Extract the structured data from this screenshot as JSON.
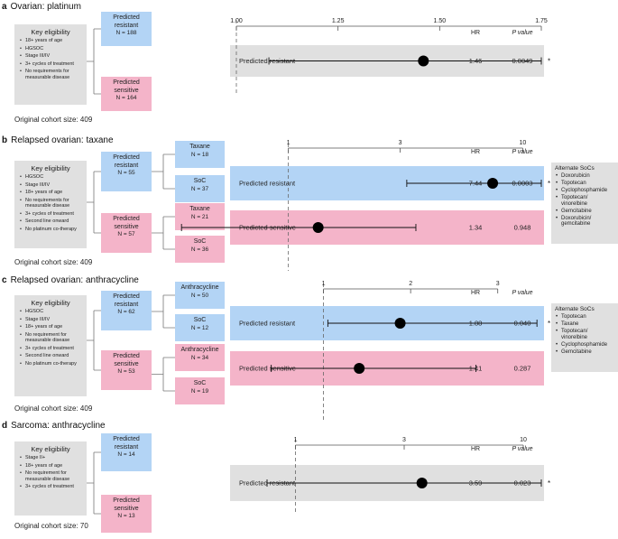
{
  "chart_data": [
    {
      "type": "forest",
      "letter": "a",
      "title": "Ovarian: platinum",
      "eligibility_title": "Key eligibility",
      "eligibility": [
        "18+ years of age",
        "HGSOC",
        "Stage III/IV",
        "3+ cycles of treatment",
        "No requirements for measurable disease"
      ],
      "cohort_size": "Original cohort size: 409",
      "groups": [
        {
          "label": "Predicted resistant",
          "n": "N = 188",
          "color": "blue"
        },
        {
          "label": "Predicted sensitive",
          "n": "N = 164",
          "color": "pink"
        }
      ],
      "subgroups": [],
      "axis": {
        "scale": "linear",
        "min": 1.0,
        "max": 1.75,
        "ticks": [
          "1.00",
          "1.25",
          "1.50",
          "1.75"
        ],
        "tick_values": [
          1.0,
          1.25,
          1.5,
          1.75
        ],
        "reference": 1.0
      },
      "col_headers": {
        "hr": "HR",
        "p": "P value"
      },
      "rows": [
        {
          "label": "Predicted resistant",
          "hr": 1.46,
          "lo": 1.08,
          "hi": 1.85,
          "hr_text": "1.46",
          "p_text": "0.0049",
          "sig": "*",
          "color": "gray"
        }
      ],
      "alt_title": "",
      "alt_socs": []
    },
    {
      "type": "forest",
      "letter": "b",
      "title": "Relapsed ovarian: taxane",
      "eligibility_title": "Key eligibility",
      "eligibility": [
        "HGSOC",
        "Stage III/IV",
        "18+ years of age",
        "No requirements for measurable disease",
        "3+ cycles of treatment",
        "Second line onward",
        "No platinum co-therapy"
      ],
      "cohort_size": "Original cohort size: 409",
      "groups": [
        {
          "label": "Predicted resistant",
          "n": "N = 55",
          "color": "blue"
        },
        {
          "label": "Predicted sensitive",
          "n": "N = 57",
          "color": "pink"
        }
      ],
      "subgroups": [
        {
          "label": "Taxane",
          "n": "N = 18",
          "color": "blue"
        },
        {
          "label": "SoC",
          "n": "N = 37",
          "color": "blue"
        },
        {
          "label": "Taxane",
          "n": "N = 21",
          "color": "pink"
        },
        {
          "label": "SoC",
          "n": "N = 36",
          "color": "pink"
        }
      ],
      "axis": {
        "scale": "log",
        "min": 0.6,
        "max": 12,
        "ticks": [
          "1",
          "3",
          "10"
        ],
        "tick_values": [
          1,
          3,
          10
        ],
        "reference": 1
      },
      "col_headers": {
        "hr": "HR",
        "p": "P value"
      },
      "rows": [
        {
          "label": "Predicted resistant",
          "hr": 7.44,
          "lo": 3.2,
          "hi": 15.5,
          "hr_text": "7.44",
          "p_text": "0.0003",
          "sig": "*",
          "color": "blue"
        },
        {
          "label": "Predicted sensitive",
          "hr": 1.34,
          "lo": 0.35,
          "hi": 3.5,
          "hr_text": "1.34",
          "p_text": "0.948",
          "sig": "",
          "color": "pink"
        }
      ],
      "alt_title": "Alternate SoCs",
      "alt_socs": [
        "Doxorubicin",
        "Topotecan",
        "Cyclophosphamide",
        "Topotecan/ vinorelbine",
        "Gemcitabine",
        "Doxorubicin/ gemcitabine"
      ]
    },
    {
      "type": "forest",
      "letter": "c",
      "title": "Relapsed ovarian: anthracycline",
      "eligibility_title": "Key eligibility",
      "eligibility": [
        "HGSOC",
        "Stage III/IV",
        "18+ years of age",
        "No requirement for measurable disease",
        "3+ cycles of treatment",
        "Second line onward",
        "No platinum co-therapy"
      ],
      "cohort_size": "Original cohort size: 409",
      "groups": [
        {
          "label": "Predicted resistant",
          "n": "N = 62",
          "color": "blue"
        },
        {
          "label": "Predicted sensitive",
          "n": "N = 53",
          "color": "pink"
        }
      ],
      "subgroups": [
        {
          "label": "Anthracycline",
          "n": "N = 50",
          "color": "blue"
        },
        {
          "label": "SoC",
          "n": "N = 12",
          "color": "blue"
        },
        {
          "label": "Anthracycline",
          "n": "N = 34",
          "color": "pink"
        },
        {
          "label": "SoC",
          "n": "N = 19",
          "color": "pink"
        }
      ],
      "axis": {
        "scale": "linear",
        "min": 0.0,
        "max": 3.5,
        "ticks": [
          "1",
          "2",
          "3"
        ],
        "tick_values": [
          1,
          2,
          3
        ],
        "reference": 1
      },
      "col_headers": {
        "hr": "HR",
        "p": "P value"
      },
      "rows": [
        {
          "label": "Predicted resistant",
          "hr": 1.88,
          "lo": 1.05,
          "hi": 3.45,
          "hr_text": "1.88",
          "p_text": "0.040",
          "sig": "*",
          "color": "blue"
        },
        {
          "label": "Predicted sensitive",
          "hr": 1.41,
          "lo": 0.4,
          "hi": 2.75,
          "hr_text": "1.41",
          "p_text": "0.287",
          "sig": "",
          "color": "pink"
        }
      ],
      "alt_title": "Alternate SoCs",
      "alt_socs": [
        "Topotecan",
        "Taxane",
        "Topotecan/ vinorelbine",
        "Cyclophosphamide",
        "Gemcitabine"
      ]
    },
    {
      "type": "forest",
      "letter": "d",
      "title": "Sarcoma: anthracycline",
      "eligibility_title": "Key eligibility",
      "eligibility": [
        "Stage II+",
        "18+ years of age",
        "No requirement for measurable disease",
        "3+ cycles of treatment"
      ],
      "cohort_size": "Original cohort size: 70",
      "groups": [
        {
          "label": "Predicted resistant",
          "n": "N = 14",
          "color": "blue"
        },
        {
          "label": "Predicted sensitive",
          "n": "N = 13",
          "color": "pink"
        }
      ],
      "subgroups": [],
      "axis": {
        "scale": "log",
        "min": 0.55,
        "max": 12,
        "ticks": [
          "1",
          "3",
          "10"
        ],
        "tick_values": [
          1,
          3,
          10
        ],
        "reference": 1
      },
      "col_headers": {
        "hr": "HR",
        "p": "P value"
      },
      "rows": [
        {
          "label": "Predicted resistant",
          "hr": 3.59,
          "lo": 0.75,
          "hi": 12,
          "hr_text": "3.59",
          "p_text": "0.023",
          "sig": "*",
          "color": "gray"
        }
      ],
      "alt_title": "",
      "alt_socs": []
    }
  ]
}
